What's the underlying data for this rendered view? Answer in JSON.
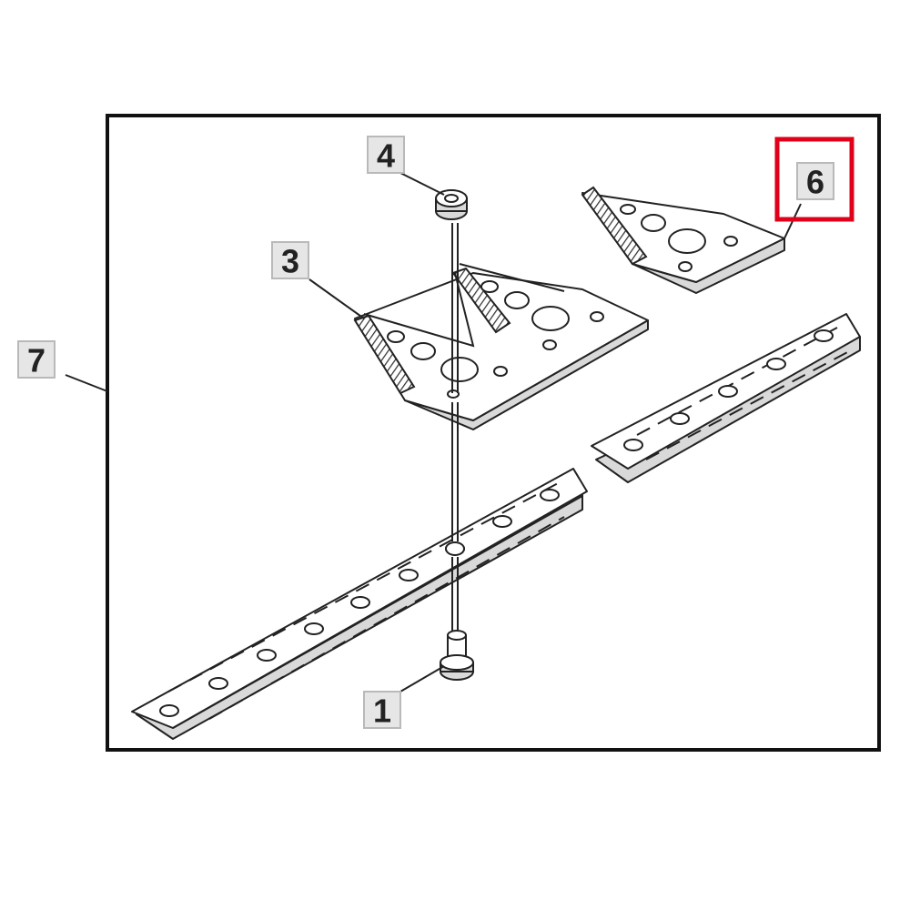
{
  "callouts": [
    {
      "id": "1",
      "label": "1"
    },
    {
      "id": "3",
      "label": "3"
    },
    {
      "id": "4",
      "label": "4"
    },
    {
      "id": "6",
      "label": "6",
      "highlighted": true
    },
    {
      "id": "7",
      "label": "7"
    }
  ],
  "colors": {
    "highlight": "#e0001a",
    "callout_fill": "#e6e6e6",
    "line": "#222222"
  }
}
